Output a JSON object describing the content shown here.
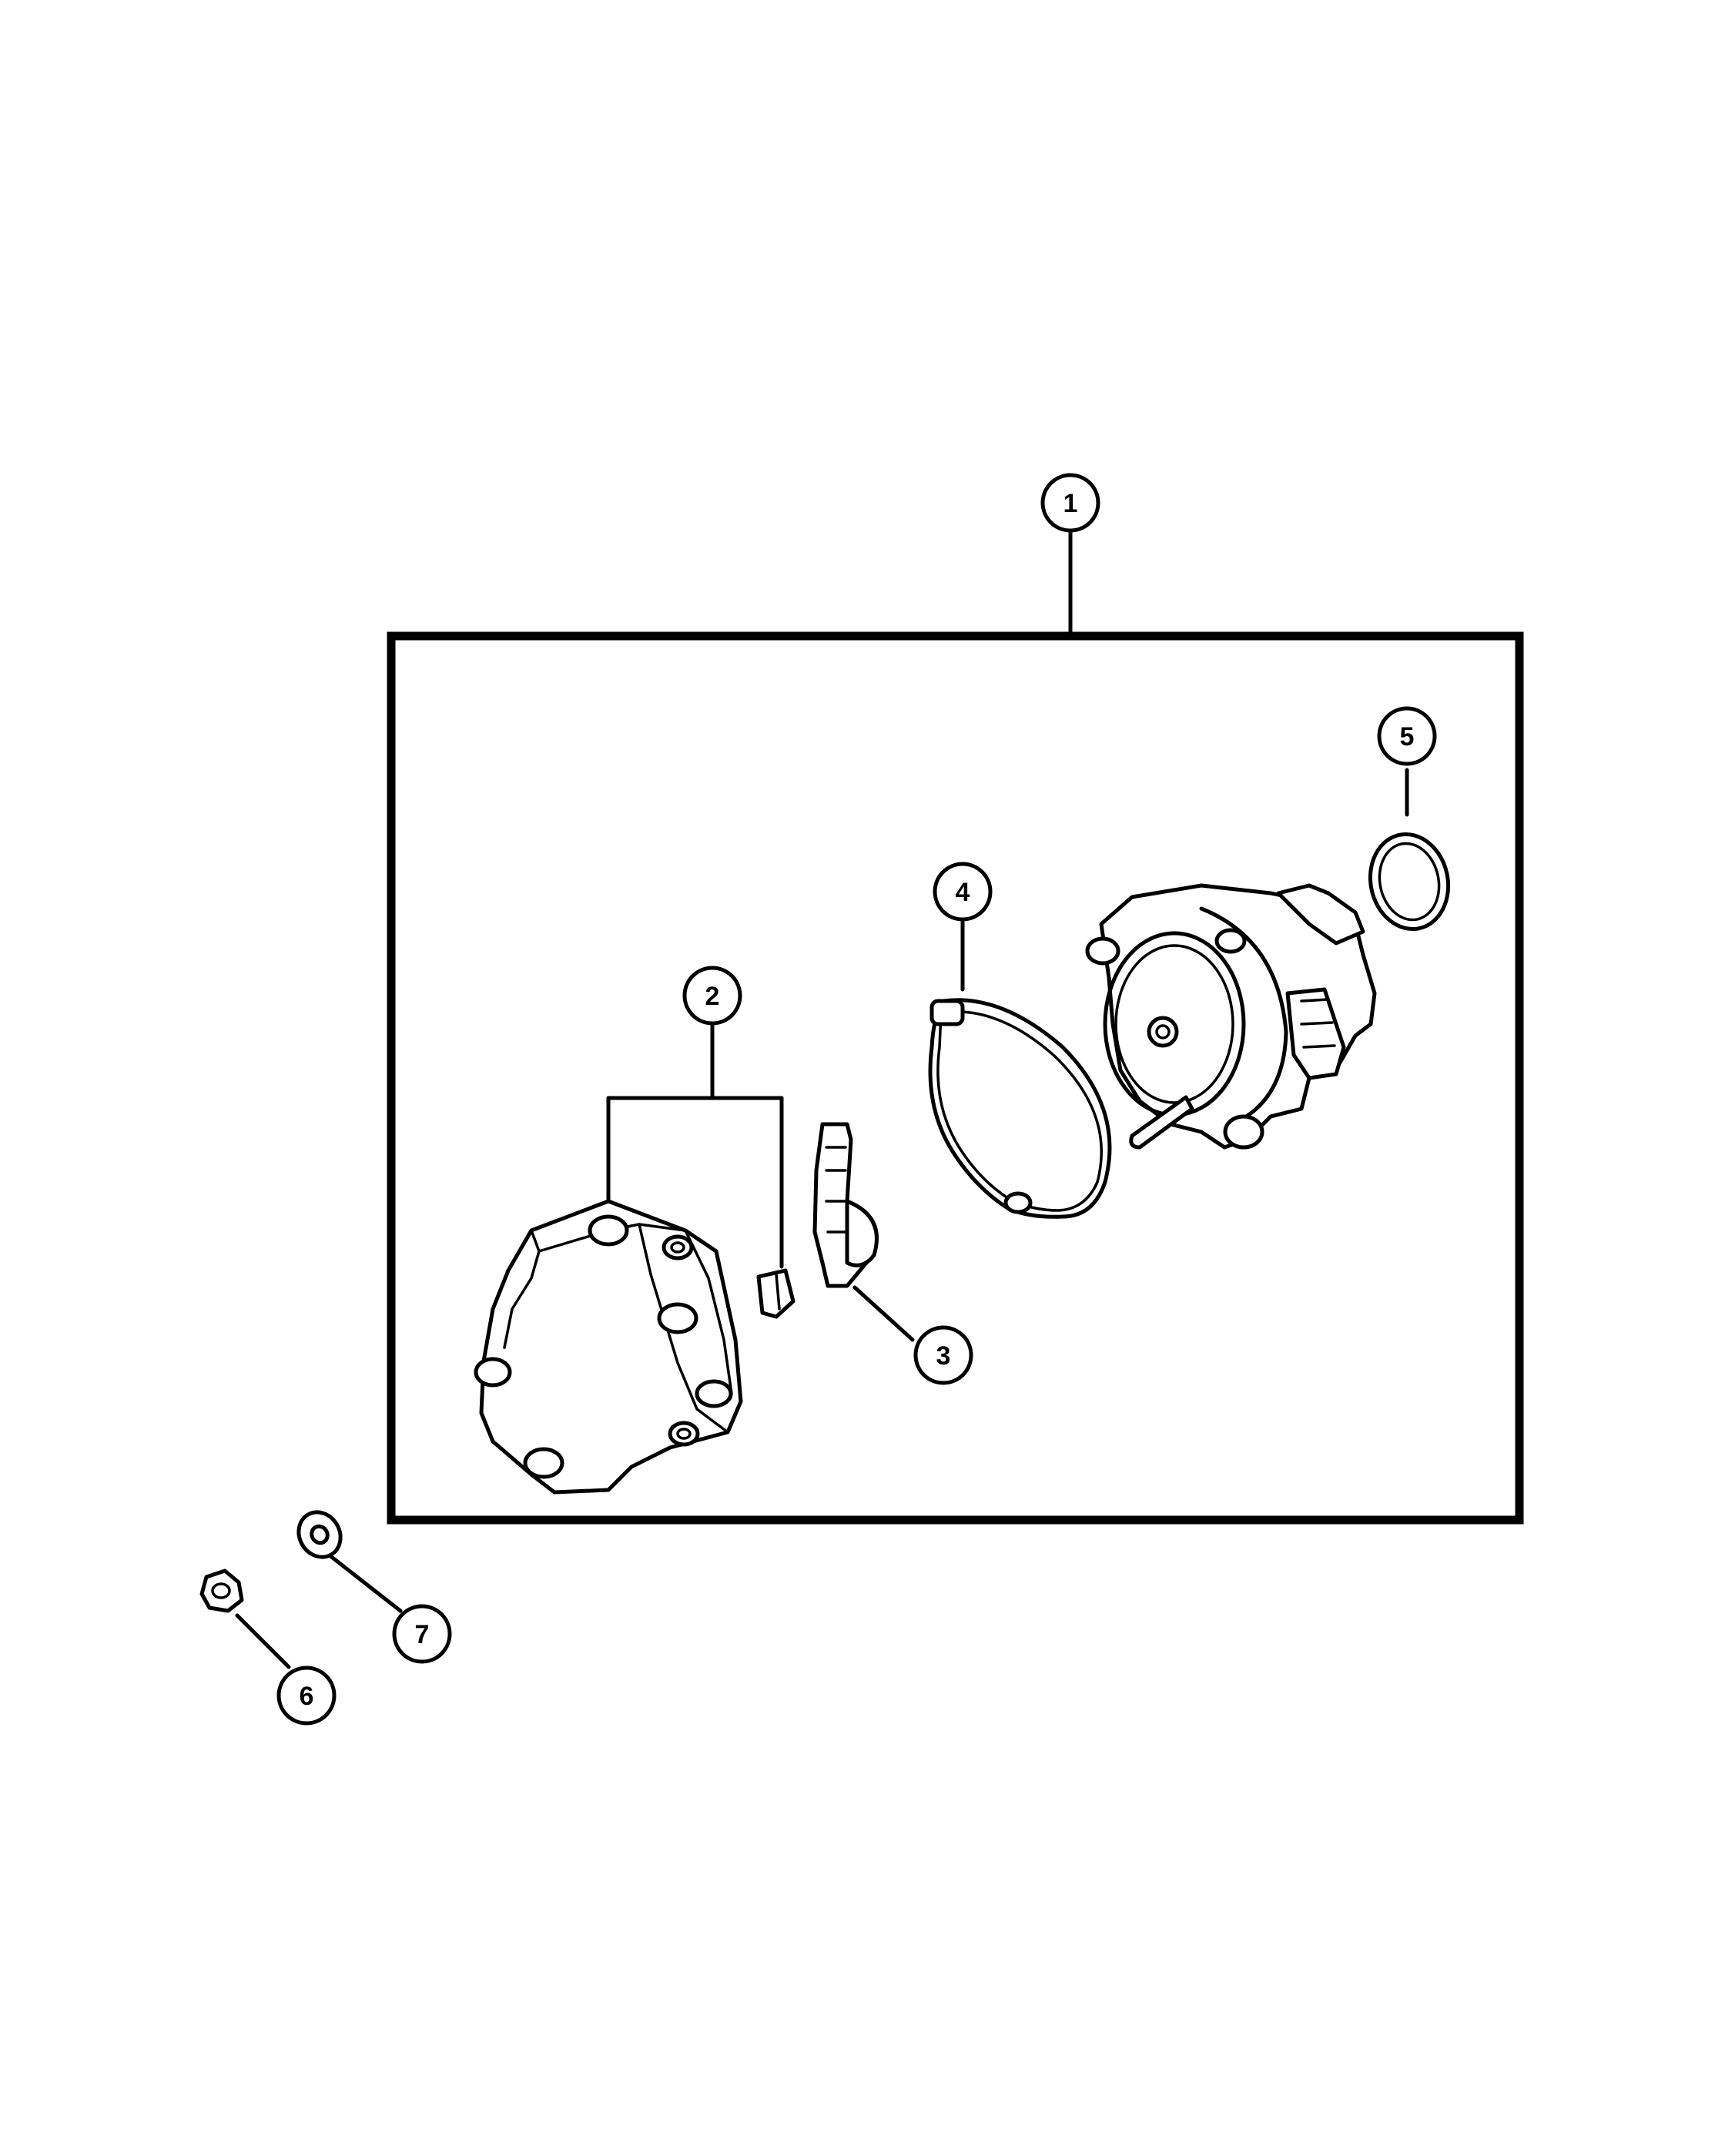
{
  "diagram": {
    "callouts": [
      {
        "id": "1",
        "label": "1"
      },
      {
        "id": "2",
        "label": "2"
      },
      {
        "id": "3",
        "label": "3"
      },
      {
        "id": "4",
        "label": "4"
      },
      {
        "id": "5",
        "label": "5"
      },
      {
        "id": "6",
        "label": "6"
      },
      {
        "id": "7",
        "label": "7"
      }
    ],
    "parts": {
      "p1": "distributor-assembly-icon",
      "p2": "distributor-cap-and-rotor-icon",
      "p3": "pickup-sensor-icon",
      "p4": "cap-gasket-clip-icon",
      "p5": "o-ring-seal-icon",
      "p6": "hex-nut-icon",
      "p7": "flat-washer-icon"
    },
    "colors": {
      "line": "#000000",
      "background": "#ffffff"
    }
  }
}
